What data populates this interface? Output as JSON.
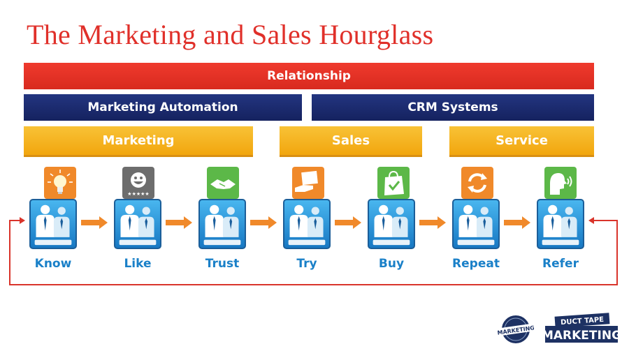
{
  "title": "The Marketing and Sales Hourglass",
  "bands": {
    "relationship": "Relationship",
    "marketing_automation": "Marketing Automation",
    "crm_systems": "CRM Systems",
    "marketing": "Marketing",
    "sales": "Sales",
    "service": "Service"
  },
  "stages": [
    {
      "label": "Know",
      "icon": "lightbulb-icon",
      "color": "#f0892a"
    },
    {
      "label": "Like",
      "icon": "smiley-rating-icon",
      "color": "#6d6d6d"
    },
    {
      "label": "Trust",
      "icon": "handshake-icon",
      "color": "#5cb848"
    },
    {
      "label": "Try",
      "icon": "hand-offer-icon",
      "color": "#f0892a"
    },
    {
      "label": "Buy",
      "icon": "shopping-bag-icon",
      "color": "#5cb848"
    },
    {
      "label": "Repeat",
      "icon": "refresh-icon",
      "color": "#f0892a"
    },
    {
      "label": "Refer",
      "icon": "speaking-head-icon",
      "color": "#5cb848"
    }
  ],
  "logos": {
    "small": "MARKETING",
    "large_top": "DUCT TAPE",
    "large_bottom": "MARKETING"
  },
  "colors": {
    "title": "#e0302a",
    "relationship": "#e0302a",
    "navy": "#1c2b6e",
    "orange": "#f4ae1b",
    "stage_label": "#1a80c8",
    "arrow": "#f0892a",
    "loop": "#d9342b"
  }
}
